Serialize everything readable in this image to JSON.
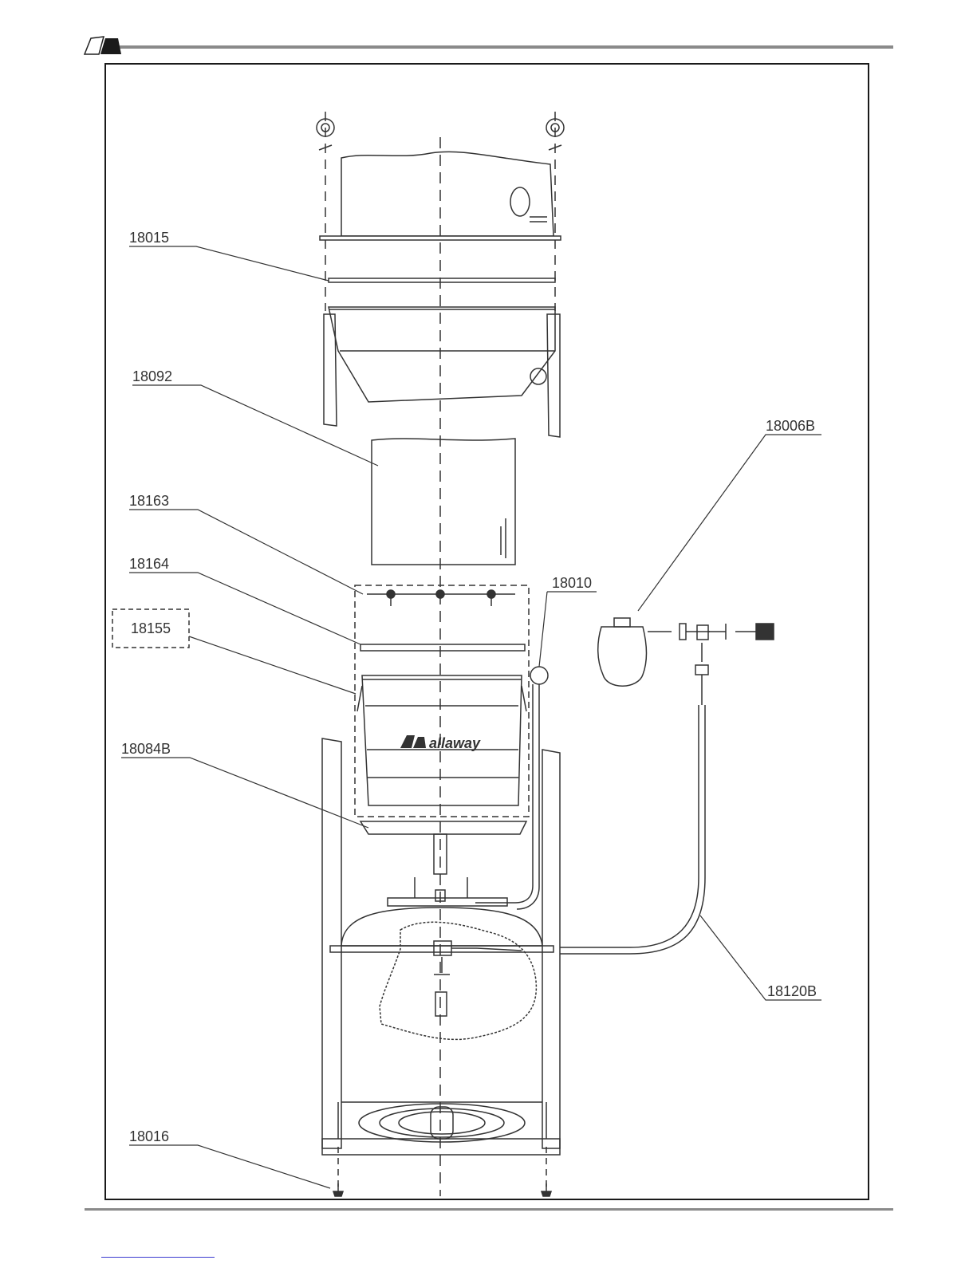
{
  "brand": {
    "text": "allaway"
  },
  "callouts": {
    "c18015": "18015",
    "c18092": "18092",
    "c18163": "18163",
    "c18164": "18164",
    "c18155": "18155",
    "c18084B": "18084B",
    "c18016": "18016",
    "c18010": "18010",
    "c18006B": "18006B",
    "c18120B": "18120B"
  },
  "colors": {
    "line": "#333333",
    "rule": "#8a8a8a",
    "frame": "#1a1a1a"
  }
}
